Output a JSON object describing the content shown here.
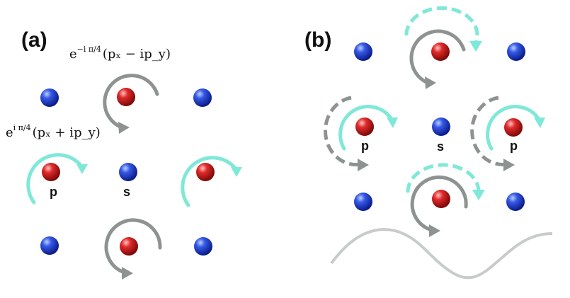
{
  "colors": {
    "s_atom": "#1f3fd8",
    "p_atom": "#d81f1f",
    "gray_arrow": "#8e9392",
    "cyan_arrow": "#7fe8d8",
    "wave": "#c8ccc9",
    "background": "#ffffff"
  },
  "panel_a": {
    "label": "(a)",
    "formula_top": {
      "prefix": "e",
      "exponent": "−i π/4",
      "body": "(pₓ − ip_y)"
    },
    "formula_left": {
      "prefix": "e",
      "exponent": "i π/4",
      "body": "(pₓ + ip_y)"
    },
    "p_label": "p",
    "s_label": "s"
  },
  "panel_b": {
    "label": "(b)",
    "p_label_left": "p",
    "s_label": "s",
    "p_label_right": "p"
  }
}
